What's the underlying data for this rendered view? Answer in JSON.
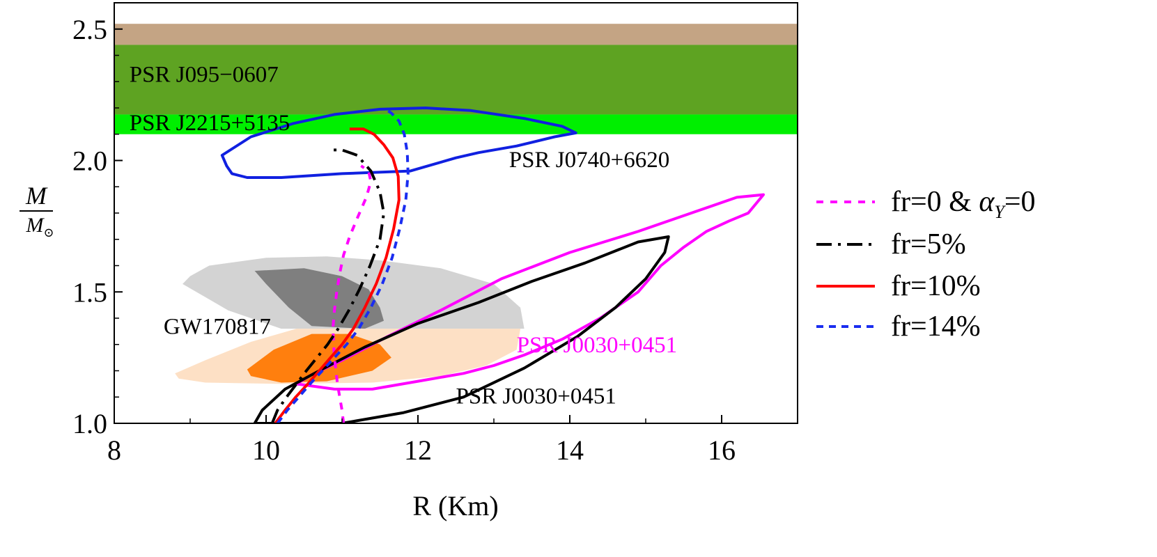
{
  "chart_data": {
    "type": "line",
    "xlabel": "R (Km)",
    "ylabel": "M/M⊙",
    "xlim": [
      8,
      17
    ],
    "ylim": [
      1.0,
      2.6
    ],
    "xticks": [
      8,
      10,
      12,
      14,
      16
    ],
    "yticks": [
      1.0,
      1.5,
      2.0,
      2.5
    ],
    "xtick_labels": [
      "8",
      "10",
      "12",
      "14",
      "16"
    ],
    "ytick_labels": [
      "1.0",
      "1.5",
      "2.0",
      "2.5"
    ],
    "ylabel_parts": {
      "num": "M",
      "den": "M",
      "sub": "⊙"
    },
    "grid": false,
    "legend_position": "right",
    "bands": [
      {
        "label": "",
        "ymin": 2.44,
        "ymax": 2.52,
        "color": "#c4a484"
      },
      {
        "label": "PSR J095−0607",
        "ymin": 2.175,
        "ymax": 2.44,
        "color": "#5ea322"
      },
      {
        "label": "PSR J2215+5135",
        "ymin": 2.1,
        "ymax": 2.175,
        "color": "#00ef00"
      }
    ],
    "regions": [
      {
        "label": "GW170817",
        "role": "gw-outer-light",
        "color": "#d3d3d3",
        "points": [
          [
            9.0,
            1.56
          ],
          [
            9.25,
            1.6
          ],
          [
            10.0,
            1.63
          ],
          [
            10.8,
            1.635
          ],
          [
            11.5,
            1.62
          ],
          [
            12.3,
            1.59
          ],
          [
            13.0,
            1.53
          ],
          [
            13.35,
            1.44
          ],
          [
            13.4,
            1.36
          ],
          [
            10.2,
            1.36
          ],
          [
            9.5,
            1.43
          ],
          [
            9.2,
            1.48
          ],
          [
            8.9,
            1.53
          ]
        ]
      },
      {
        "label": "",
        "role": "gw-inner-light",
        "color": "#7f7f7f",
        "points": [
          [
            9.85,
            1.58
          ],
          [
            10.5,
            1.59
          ],
          [
            11.0,
            1.56
          ],
          [
            11.35,
            1.51
          ],
          [
            11.5,
            1.44
          ],
          [
            11.55,
            1.39
          ],
          [
            11.3,
            1.36
          ],
          [
            10.6,
            1.37
          ],
          [
            10.3,
            1.44
          ],
          [
            10.0,
            1.53
          ]
        ]
      },
      {
        "label": "",
        "role": "gw-outer-orange",
        "color": "#fde0c5",
        "points": [
          [
            8.8,
            1.19
          ],
          [
            9.2,
            1.24
          ],
          [
            9.8,
            1.31
          ],
          [
            10.4,
            1.36
          ],
          [
            13.35,
            1.36
          ],
          [
            13.3,
            1.28
          ],
          [
            12.9,
            1.22
          ],
          [
            12.3,
            1.18
          ],
          [
            11.4,
            1.155
          ],
          [
            10.2,
            1.15
          ],
          [
            9.2,
            1.155
          ],
          [
            8.85,
            1.17
          ]
        ]
      },
      {
        "label": "",
        "role": "gw-inner-orange",
        "color": "#ff7f0e",
        "points": [
          [
            9.75,
            1.205
          ],
          [
            10.1,
            1.28
          ],
          [
            10.6,
            1.34
          ],
          [
            11.1,
            1.34
          ],
          [
            11.5,
            1.3
          ],
          [
            11.65,
            1.25
          ],
          [
            11.4,
            1.2
          ],
          [
            10.8,
            1.16
          ],
          [
            10.2,
            1.155
          ],
          [
            9.8,
            1.18
          ]
        ]
      }
    ],
    "contours": [
      {
        "label": "PSR J0740+6620",
        "color": "#1020e0",
        "points": [
          [
            9.48,
            1.98
          ],
          [
            9.42,
            2.02
          ],
          [
            9.8,
            2.09
          ],
          [
            10.35,
            2.14
          ],
          [
            10.9,
            2.175
          ],
          [
            11.5,
            2.195
          ],
          [
            12.1,
            2.2
          ],
          [
            12.7,
            2.19
          ],
          [
            13.4,
            2.16
          ],
          [
            13.9,
            2.13
          ],
          [
            14.08,
            2.105
          ],
          [
            13.8,
            2.09
          ],
          [
            13.3,
            2.055
          ],
          [
            12.8,
            2.03
          ],
          [
            12.5,
            2.01
          ],
          [
            11.9,
            1.96
          ],
          [
            11.0,
            1.95
          ],
          [
            10.2,
            1.935
          ],
          [
            9.75,
            1.935
          ],
          [
            9.55,
            1.95
          ]
        ]
      },
      {
        "label": "PSR J0030+0451",
        "color": "#ff00ff",
        "points": [
          [
            10.4,
            1.15
          ],
          [
            10.6,
            1.185
          ],
          [
            11.0,
            1.24
          ],
          [
            11.6,
            1.33
          ],
          [
            12.3,
            1.43
          ],
          [
            13.1,
            1.55
          ],
          [
            14.0,
            1.65
          ],
          [
            14.9,
            1.73
          ],
          [
            15.6,
            1.8
          ],
          [
            16.2,
            1.86
          ],
          [
            16.55,
            1.87
          ],
          [
            16.35,
            1.8
          ],
          [
            16.1,
            1.77
          ],
          [
            15.8,
            1.73
          ],
          [
            15.5,
            1.67
          ],
          [
            15.2,
            1.6
          ],
          [
            14.9,
            1.5
          ],
          [
            14.4,
            1.4
          ],
          [
            13.9,
            1.32
          ],
          [
            13.4,
            1.26
          ],
          [
            13.0,
            1.22
          ],
          [
            12.6,
            1.19
          ],
          [
            12.0,
            1.16
          ],
          [
            11.4,
            1.13
          ],
          [
            10.9,
            1.13
          ]
        ]
      },
      {
        "label": "PSR J0030+0451",
        "color": "#000000",
        "points": [
          [
            9.85,
            1.0
          ],
          [
            9.95,
            1.05
          ],
          [
            10.25,
            1.13
          ],
          [
            10.7,
            1.2
          ],
          [
            11.3,
            1.29
          ],
          [
            12.0,
            1.38
          ],
          [
            12.8,
            1.46
          ],
          [
            13.5,
            1.54
          ],
          [
            14.2,
            1.61
          ],
          [
            14.9,
            1.69
          ],
          [
            15.3,
            1.71
          ],
          [
            15.25,
            1.65
          ],
          [
            15.0,
            1.55
          ],
          [
            14.6,
            1.44
          ],
          [
            14.1,
            1.33
          ],
          [
            13.4,
            1.21
          ],
          [
            12.6,
            1.1
          ],
          [
            11.8,
            1.04
          ],
          [
            11.0,
            1.0
          ]
        ]
      }
    ],
    "series": [
      {
        "name": "fr=0 & αY=0",
        "color": "#ff00ff",
        "dash": "10,10",
        "x": [
          11.02,
          11.0,
          10.97,
          10.94,
          10.92,
          10.9,
          10.89,
          10.88,
          10.9,
          10.93,
          10.97,
          11.02,
          11.1,
          11.2,
          11.32,
          11.38,
          11.35,
          11.25
        ],
        "y": [
          1.0,
          1.05,
          1.1,
          1.15,
          1.2,
          1.25,
          1.3,
          1.36,
          1.43,
          1.5,
          1.57,
          1.64,
          1.71,
          1.78,
          1.86,
          1.92,
          1.96,
          1.98
        ]
      },
      {
        "name": "fr=5%",
        "color": "#000000",
        "dash": "22,9,4,9",
        "x": [
          10.08,
          10.15,
          10.27,
          10.4,
          10.53,
          10.67,
          10.81,
          10.95,
          11.09,
          11.23,
          11.37,
          11.5,
          11.55,
          11.5,
          11.38,
          11.2,
          11.0,
          10.88
        ],
        "y": [
          1.0,
          1.05,
          1.1,
          1.15,
          1.2,
          1.25,
          1.3,
          1.36,
          1.43,
          1.51,
          1.6,
          1.7,
          1.8,
          1.88,
          1.96,
          2.02,
          2.04,
          2.04
        ]
      },
      {
        "name": "fr=10%",
        "color": "#ff0000",
        "dash": "",
        "x": [
          10.12,
          10.25,
          10.39,
          10.55,
          10.7,
          10.85,
          11.0,
          11.15,
          11.3,
          11.45,
          11.58,
          11.68,
          11.75,
          11.74,
          11.67,
          11.55,
          11.42,
          11.28,
          11.1
        ],
        "y": [
          1.0,
          1.05,
          1.1,
          1.15,
          1.2,
          1.25,
          1.3,
          1.36,
          1.44,
          1.53,
          1.63,
          1.74,
          1.85,
          1.94,
          2.01,
          2.06,
          2.1,
          2.12,
          2.12
        ]
      },
      {
        "name": "fr=14%",
        "color": "#1a2df0",
        "dash": "10,8",
        "x": [
          10.15,
          10.28,
          10.43,
          10.58,
          10.74,
          10.9,
          11.06,
          11.22,
          11.38,
          11.53,
          11.66,
          11.76,
          11.84,
          11.87,
          11.86,
          11.82,
          11.75,
          11.65,
          11.55
        ],
        "y": [
          1.0,
          1.05,
          1.1,
          1.15,
          1.2,
          1.25,
          1.3,
          1.36,
          1.44,
          1.53,
          1.63,
          1.74,
          1.85,
          1.95,
          2.03,
          2.1,
          2.15,
          2.18,
          2.2
        ]
      }
    ],
    "annotations": [
      {
        "text": "PSR J095−0607",
        "x": 8.2,
        "y": 2.3,
        "color": "#000000"
      },
      {
        "text": "PSR J2215+5135",
        "x": 8.2,
        "y": 2.115,
        "color": "#000000"
      },
      {
        "text": "PSR J0740+6620",
        "x": 13.2,
        "y": 1.975,
        "color": "#000000"
      },
      {
        "text": "GW170817",
        "x": 8.65,
        "y": 1.34,
        "color": "#000000"
      },
      {
        "text": "PSR J0030+0451",
        "x": 13.3,
        "y": 1.27,
        "color": "#ff00ff"
      },
      {
        "text": "PSR J0030+0451",
        "x": 12.5,
        "y": 1.075,
        "color": "#000000"
      }
    ]
  }
}
